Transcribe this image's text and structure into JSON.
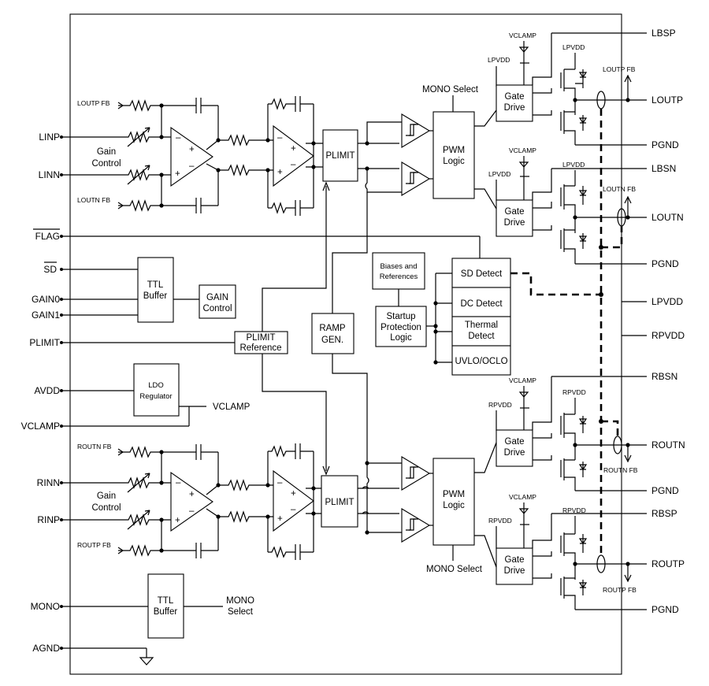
{
  "left_pins": {
    "linp": "LINP",
    "linn": "LINN",
    "flag": "FLAG",
    "sd": "SD",
    "gain0": "GAIN0",
    "gain1": "GAIN1",
    "plimit": "PLIMIT",
    "avdd": "AVDD",
    "vclamp": "VCLAMP",
    "rinn": "RINN",
    "rinp": "RINP",
    "mono": "MONO",
    "agnd": "AGND"
  },
  "right_pins": {
    "lbsp": "LBSP",
    "loutp": "LOUTP",
    "pgnd1": "PGND",
    "lbsn": "LBSN",
    "loutn": "LOUTN",
    "pgnd2": "PGND",
    "lpvdd": "LPVDD",
    "rpvdd": "RPVDD",
    "rbsn": "RBSN",
    "routn": "ROUTN",
    "pgnd3": "PGND",
    "rbsp": "RBSP",
    "routp": "ROUTP",
    "pgnd4": "PGND"
  },
  "blocks": {
    "plimit_top": "PLIMIT",
    "plimit_bot": "PLIMIT",
    "pwm_top": [
      "PWM",
      "Logic"
    ],
    "pwm_bot": [
      "PWM",
      "Logic"
    ],
    "gate_drive": [
      "Gate",
      "Drive"
    ],
    "ttl_buffer": [
      "TTL",
      "Buffer"
    ],
    "gain_control": [
      "GAIN",
      "Control"
    ],
    "plimit_ref": [
      "PLIMIT",
      "Reference"
    ],
    "ramp_gen": [
      "RAMP",
      "GEN."
    ],
    "ldo": [
      "LDO",
      "Regulator"
    ],
    "biases": [
      "Biases and",
      "References"
    ],
    "startup": [
      "Startup",
      "Protection",
      "Logic"
    ],
    "sd_detect": "SD Detect",
    "dc_detect": "DC Detect",
    "thermal": [
      "Thermal",
      "Detect"
    ],
    "uvlo": "UVLO/OCLO"
  },
  "labels": {
    "loutp_fb": "LOUTP FB",
    "loutn_fb": "LOUTN FB",
    "routn_fb": "ROUTN FB",
    "routp_fb": "ROUTP FB",
    "gain_control": [
      "Gain",
      "Control"
    ],
    "mono_select": "MONO Select",
    "mono_select_2line": [
      "MONO",
      "Select"
    ],
    "vclamp": "VCLAMP",
    "lpvdd": "LPVDD",
    "rpvdd": "RPVDD",
    "plus": "+",
    "minus": "–"
  }
}
